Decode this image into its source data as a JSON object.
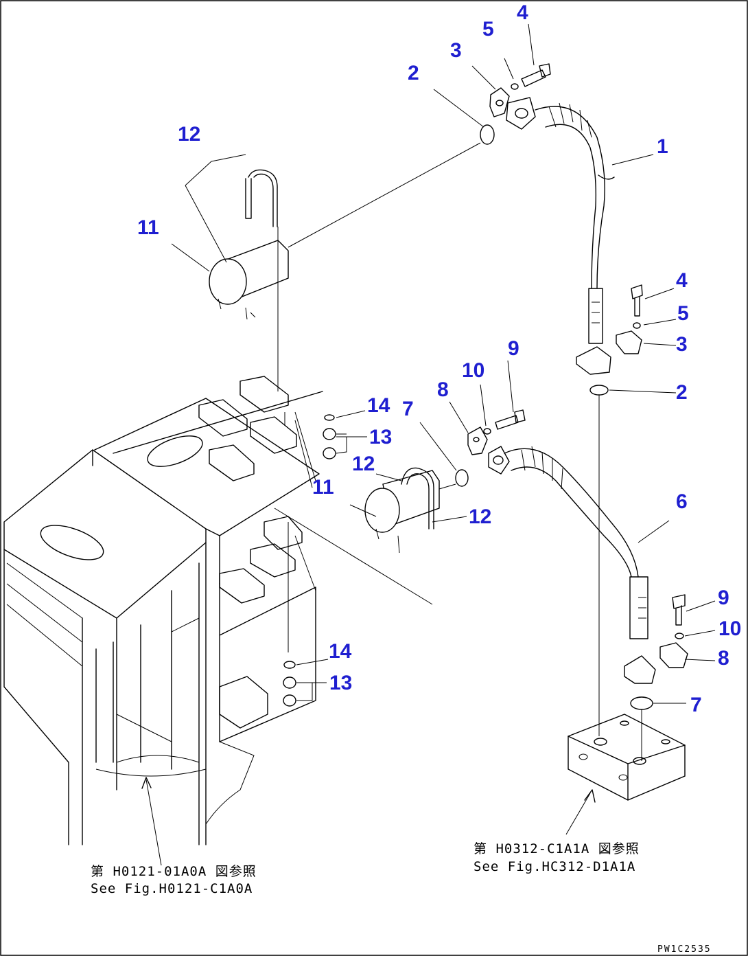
{
  "callouts": [
    {
      "id": "1",
      "text": "1"
    },
    {
      "id": "2a",
      "text": "2"
    },
    {
      "id": "2b",
      "text": "2"
    },
    {
      "id": "3a",
      "text": "3"
    },
    {
      "id": "3b",
      "text": "3"
    },
    {
      "id": "4a",
      "text": "4"
    },
    {
      "id": "4b",
      "text": "4"
    },
    {
      "id": "5a",
      "text": "5"
    },
    {
      "id": "5b",
      "text": "5"
    },
    {
      "id": "6",
      "text": "6"
    },
    {
      "id": "7a",
      "text": "7"
    },
    {
      "id": "7b",
      "text": "7"
    },
    {
      "id": "8a",
      "text": "8"
    },
    {
      "id": "8b",
      "text": "8"
    },
    {
      "id": "9a",
      "text": "9"
    },
    {
      "id": "9b",
      "text": "9"
    },
    {
      "id": "10a",
      "text": "10"
    },
    {
      "id": "10b",
      "text": "10"
    },
    {
      "id": "11a",
      "text": "11"
    },
    {
      "id": "11b",
      "text": "11"
    },
    {
      "id": "12a",
      "text": "12"
    },
    {
      "id": "12b",
      "text": "12"
    },
    {
      "id": "12c",
      "text": "12"
    },
    {
      "id": "13a",
      "text": "13"
    },
    {
      "id": "13b",
      "text": "13"
    },
    {
      "id": "14a",
      "text": "14"
    },
    {
      "id": "14b",
      "text": "14"
    }
  ],
  "references": {
    "left": {
      "line1": "第 H0121-01A0A 図参照",
      "line2": "See Fig.H0121-C1A0A"
    },
    "right": {
      "line1": "第 H0312-C1A1A 図参照",
      "line2": "See Fig.HC312-D1A1A"
    }
  },
  "drawing_code": "PW1C2535",
  "colors": {
    "callout": "#1f1fd0",
    "line": "#000000",
    "background": "#ffffff"
  }
}
